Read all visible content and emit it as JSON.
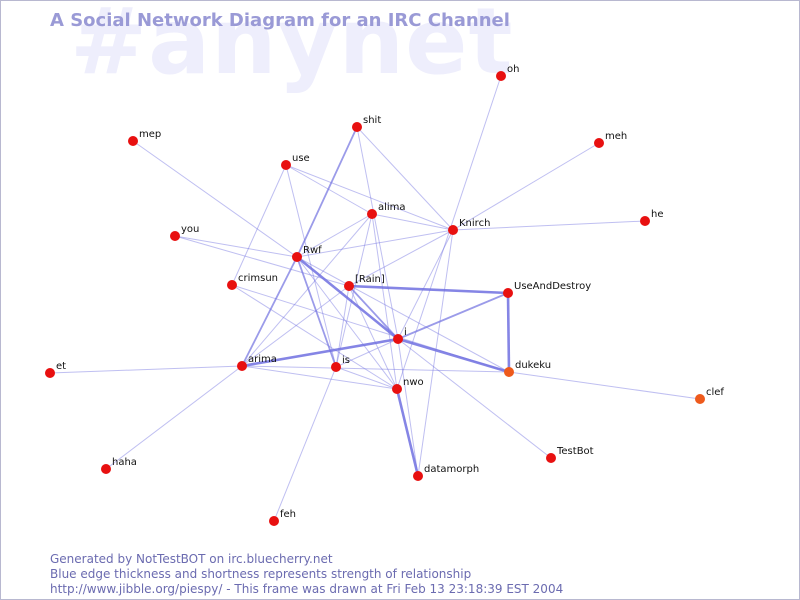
{
  "watermark": "#anynet",
  "title": "A Social Network Diagram for an IRC Channel",
  "footer": {
    "line1": "Generated by NotTestBOT on irc.bluecherry.net",
    "line2": "Blue edge thickness and shortness represents strength of relationship",
    "line3": "http://www.jibble.org/piespy/ - This frame was drawn at Fri Feb 13 23:18:39 EST 2004"
  },
  "colors": {
    "node": "#e81010",
    "node_recent": "#ee5a1c",
    "edge": "#7070e0",
    "title": "#9a9ad6",
    "watermark": "#eeeefc",
    "footer": "#6b6bb0"
  },
  "nodes": [
    {
      "id": "oh",
      "label": "oh"
    },
    {
      "id": "mep",
      "label": "mep"
    },
    {
      "id": "shit",
      "label": "shit"
    },
    {
      "id": "meh",
      "label": "meh"
    },
    {
      "id": "use",
      "label": "use"
    },
    {
      "id": "alima",
      "label": "alima"
    },
    {
      "id": "he",
      "label": "he"
    },
    {
      "id": "Knirch",
      "label": "Knirch"
    },
    {
      "id": "you",
      "label": "you"
    },
    {
      "id": "Rwf",
      "label": "Rwf"
    },
    {
      "id": "crimsun",
      "label": "crimsun"
    },
    {
      "id": "Rain",
      "label": "[Rain]"
    },
    {
      "id": "UseAndDestroy",
      "label": "UseAndDestroy"
    },
    {
      "id": "i",
      "label": "i"
    },
    {
      "id": "et",
      "label": "et"
    },
    {
      "id": "arima",
      "label": "arima"
    },
    {
      "id": "is",
      "label": "is"
    },
    {
      "id": "dukeku",
      "label": "dukeku",
      "recent": true
    },
    {
      "id": "nwo",
      "label": "nwo"
    },
    {
      "id": "clef",
      "label": "clef",
      "recent": true
    },
    {
      "id": "haha",
      "label": "haha"
    },
    {
      "id": "TestBot",
      "label": "TestBot"
    },
    {
      "id": "datamorph",
      "label": "datamorph"
    },
    {
      "id": "feh",
      "label": "feh"
    }
  ],
  "edges": [
    {
      "a": "mep",
      "b": "Rwf",
      "w": 1
    },
    {
      "a": "oh",
      "b": "nwo",
      "w": 1
    },
    {
      "a": "meh",
      "b": "Knirch",
      "w": 1
    },
    {
      "a": "he",
      "b": "Knirch",
      "w": 1
    },
    {
      "a": "shit",
      "b": "Rwf",
      "w": 2
    },
    {
      "a": "shit",
      "b": "Knirch",
      "w": 1
    },
    {
      "a": "shit",
      "b": "i",
      "w": 1
    },
    {
      "a": "use",
      "b": "alima",
      "w": 1
    },
    {
      "a": "use",
      "b": "Knirch",
      "w": 1
    },
    {
      "a": "use",
      "b": "crimsun",
      "w": 1
    },
    {
      "a": "use",
      "b": "is",
      "w": 1
    },
    {
      "a": "alima",
      "b": "Knirch",
      "w": 1
    },
    {
      "a": "alima",
      "b": "Rwf",
      "w": 1
    },
    {
      "a": "alima",
      "b": "nwo",
      "w": 1
    },
    {
      "a": "alima",
      "b": "is",
      "w": 1
    },
    {
      "a": "alima",
      "b": "arima",
      "w": 1
    },
    {
      "a": "you",
      "b": "Rwf",
      "w": 1
    },
    {
      "a": "you",
      "b": "Rain",
      "w": 1
    },
    {
      "a": "Knirch",
      "b": "Rwf",
      "w": 1
    },
    {
      "a": "Knirch",
      "b": "Rain",
      "w": 1
    },
    {
      "a": "Knirch",
      "b": "i",
      "w": 1
    },
    {
      "a": "Knirch",
      "b": "datamorph",
      "w": 1
    },
    {
      "a": "Rwf",
      "b": "i",
      "w": 3
    },
    {
      "a": "Rwf",
      "b": "arima",
      "w": 2
    },
    {
      "a": "Rwf",
      "b": "is",
      "w": 2
    },
    {
      "a": "Rwf",
      "b": "nwo",
      "w": 1
    },
    {
      "a": "Rwf",
      "b": "dukeku",
      "w": 1
    },
    {
      "a": "Rain",
      "b": "UseAndDestroy",
      "w": 3
    },
    {
      "a": "Rain",
      "b": "i",
      "w": 2
    },
    {
      "a": "Rain",
      "b": "arima",
      "w": 1
    },
    {
      "a": "Rain",
      "b": "is",
      "w": 1
    },
    {
      "a": "Rain",
      "b": "nwo",
      "w": 1
    },
    {
      "a": "UseAndDestroy",
      "b": "i",
      "w": 2
    },
    {
      "a": "UseAndDestroy",
      "b": "dukeku",
      "w": 3
    },
    {
      "a": "i",
      "b": "arima",
      "w": 3
    },
    {
      "a": "i",
      "b": "dukeku",
      "w": 3
    },
    {
      "a": "i",
      "b": "datamorph",
      "w": 1
    },
    {
      "a": "i",
      "b": "TestBot",
      "w": 1
    },
    {
      "a": "i",
      "b": "is",
      "w": 1
    },
    {
      "a": "crimsun",
      "b": "nwo",
      "w": 1
    },
    {
      "a": "crimsun",
      "b": "dukeku",
      "w": 1
    },
    {
      "a": "et",
      "b": "arima",
      "w": 1
    },
    {
      "a": "arima",
      "b": "dukeku",
      "w": 1
    },
    {
      "a": "arima",
      "b": "nwo",
      "w": 1
    },
    {
      "a": "arima",
      "b": "haha",
      "w": 1
    },
    {
      "a": "is",
      "b": "nwo",
      "w": 1
    },
    {
      "a": "is",
      "b": "feh",
      "w": 1
    },
    {
      "a": "nwo",
      "b": "datamorph",
      "w": 3
    },
    {
      "a": "dukeku",
      "b": "clef",
      "w": 1
    }
  ]
}
